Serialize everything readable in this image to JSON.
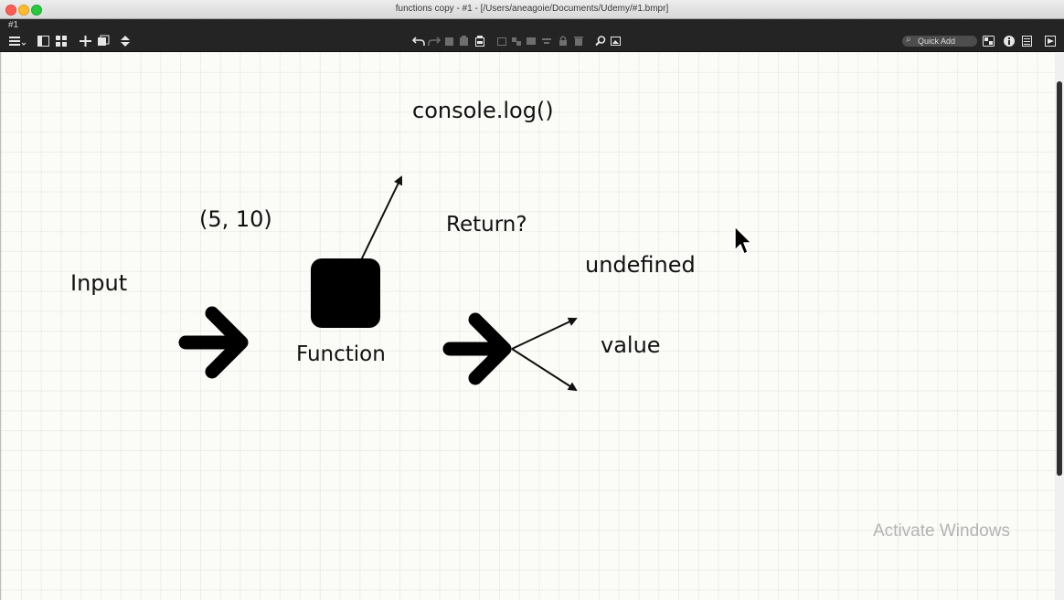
{
  "window": {
    "title": "functions copy - #1 - [/Users/aneagoie/Documents/Udemy/#1.bmpr]",
    "tab_label": "#1"
  },
  "toolbar": {
    "quick_add_placeholder": "Quick Add"
  },
  "diagram": {
    "input_label": "Input",
    "args_label": "(5, 10)",
    "function_label": "Function",
    "console_label": "console.log()",
    "return_label": "Return?",
    "undefined_label": "undefined",
    "value_label": "value"
  },
  "watermark": {
    "text": "Activate Windows"
  },
  "colors": {
    "toolbar_bg": "#242424",
    "canvas_bg": "#fbfbf8",
    "ink": "#111111"
  }
}
